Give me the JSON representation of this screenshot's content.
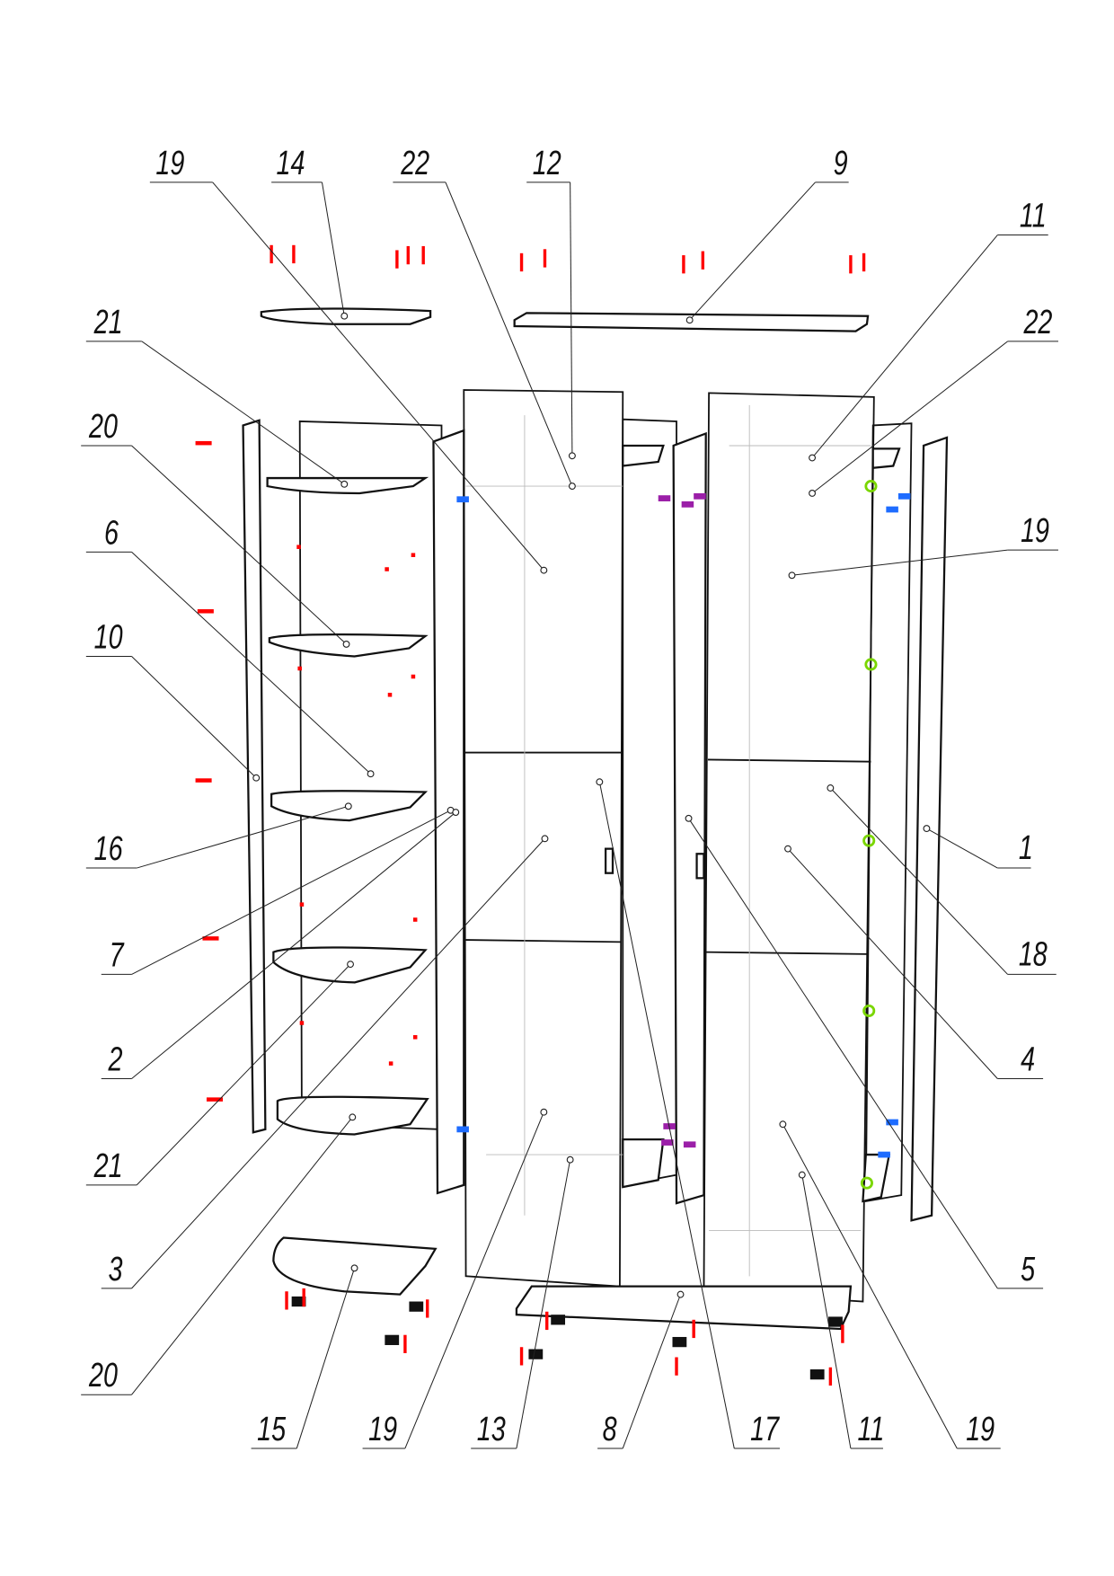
{
  "title": "Wardrobe exploded assembly diagram",
  "callouts": [
    "19",
    "14",
    "22",
    "12",
    "9",
    "11",
    "22",
    "19",
    "1",
    "18",
    "4",
    "5",
    "21",
    "20",
    "6",
    "10",
    "16",
    "7",
    "2",
    "21",
    "3",
    "20",
    "15",
    "19",
    "13",
    "8",
    "17",
    "11",
    "19"
  ],
  "colors": {
    "screw": "#ff0000",
    "clip_blue": "#1e6cff",
    "clip_purple": "#9b1fa8",
    "clip_green": "#7ad600",
    "foot": "#111111",
    "line": "#111111"
  }
}
